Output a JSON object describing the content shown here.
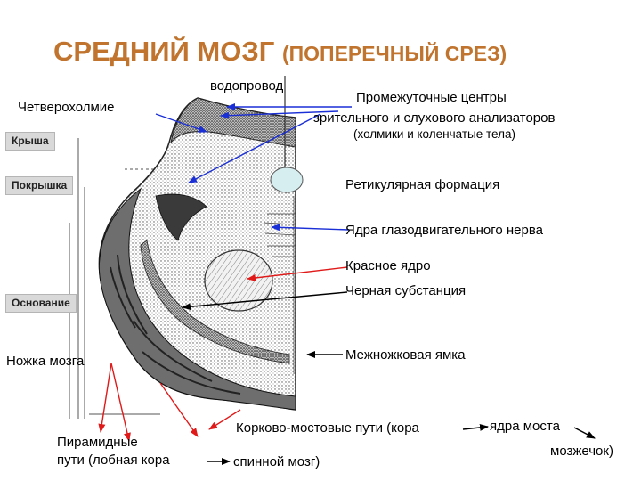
{
  "title": {
    "main": "СРЕДНИЙ МОЗГ",
    "sub": "(ПОПЕРЕЧНЫЙ СРЕЗ)",
    "color": "#c0742e"
  },
  "labels": {
    "chetverokholmie": "Четверохолмие",
    "vodoprovod": "водопровод",
    "prom_line1": "Промежуточные центры",
    "prom_line2": "зрительного и слухового анализаторов",
    "prom_line3": "(холмики и коленчатые тела)",
    "retikular": "Ретикулярная формация",
    "yadra_glaz": "Ядра глазодвигательного нерва",
    "krasnoe": "Красное ядро",
    "chernaya": "Черная субстанция",
    "mezhnozh": "Межножковая ямка",
    "nozhka": "Ножка мозга",
    "piramid_line1": "Пирамидные",
    "piramid_line2": "пути (лобная кора",
    "spinnoy": "спинной мозг)",
    "korkovo": "Корково-мостовые пути (кора",
    "yadra_mosta": "ядра моста",
    "mozzhechok": "мозжечок)"
  },
  "side_boxes": {
    "krysha": "Крыша",
    "pokryshka": "Покрышка",
    "osnovanie": "Основание"
  },
  "colors": {
    "blue_arrow": "#1a2fd6",
    "red_arrow": "#e01919",
    "box_bg": "#d9d9d9"
  }
}
